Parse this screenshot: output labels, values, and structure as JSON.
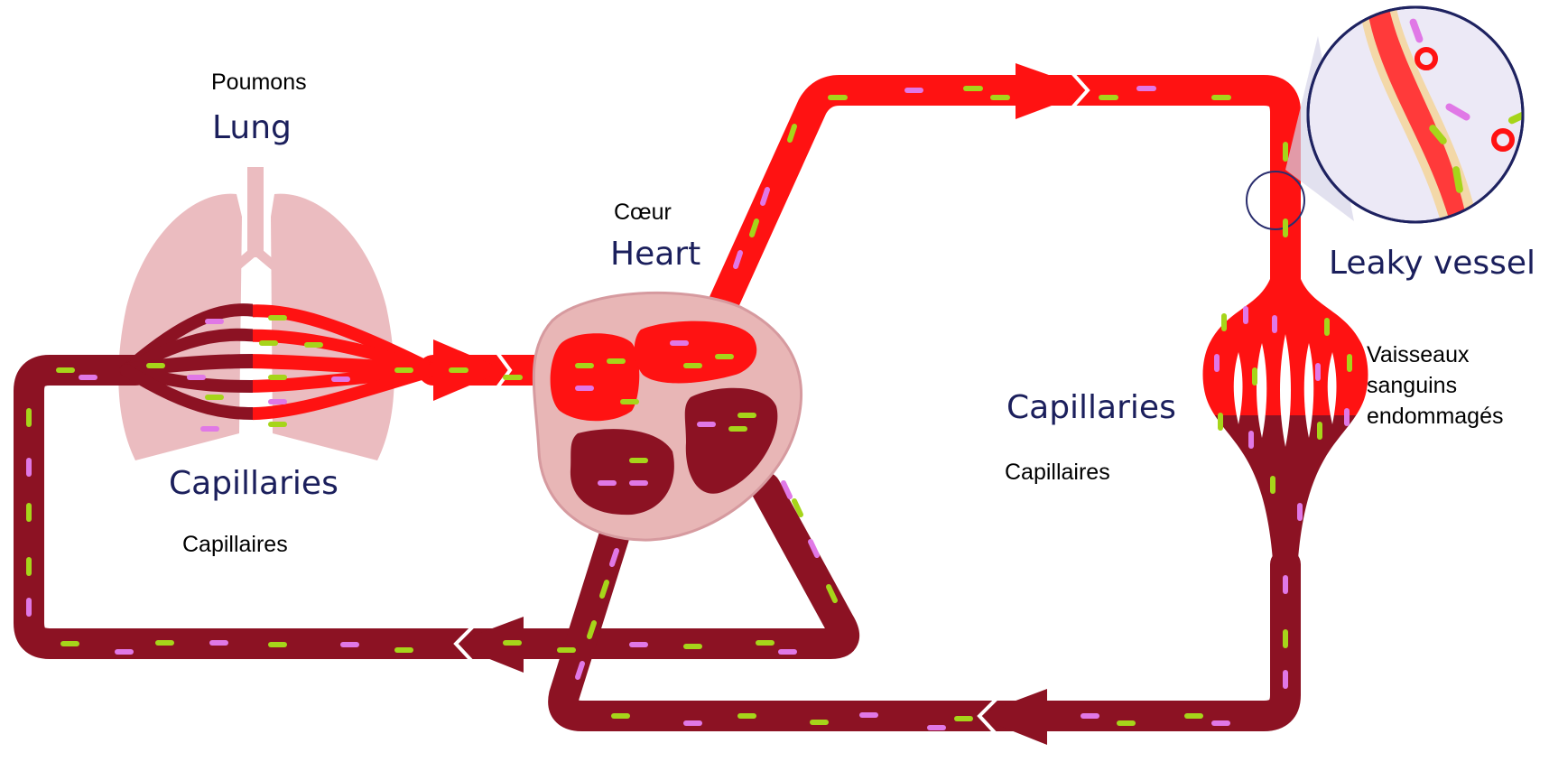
{
  "diagram": {
    "labels": {
      "lung_fr": "Poumons",
      "lung_en": "Lung",
      "heart_fr": "Cœur",
      "heart_en": "Heart",
      "lung_capillaries_en": "Capillaries",
      "lung_capillaries_fr": "Capillaires",
      "body_capillaries_en": "Capillaries",
      "body_capillaries_fr": "Capillaires",
      "leaky_vessel_en": "Leaky vessel",
      "damaged_vessels_fr": [
        "Vaisseaux",
        "sanguins",
        "endommagés"
      ]
    },
    "colors": {
      "oxygenated": "#ff1212",
      "deoxygenated": "#8c1223",
      "lung_tissue": "#ebbcc0",
      "heart_wall": "#e8b6b6",
      "cell_green": "#a6d51a",
      "cell_pink": "#e078e6",
      "label_blue": "#1b1f5c"
    }
  }
}
